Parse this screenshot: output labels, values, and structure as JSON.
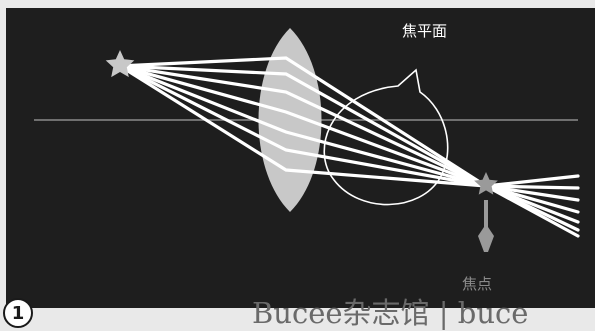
{
  "labels": {
    "focal_plane": "焦平面",
    "focal_point": "焦点",
    "figure_number": "1",
    "watermark": "Bucee杂志馆 | buce"
  },
  "colors": {
    "panel_background": "#1e1e1e",
    "frame_background": "#e9e9e9",
    "lens": "#c8c8c8",
    "rays": "#ffffff",
    "axis": "#8c8c8c",
    "callout": "#ffffff",
    "watermark": "#6a6a6a"
  },
  "icons": {
    "light_source": "star-icon",
    "focus_marker": "star-icon",
    "focus_pointer": "arrow-up-icon"
  }
}
